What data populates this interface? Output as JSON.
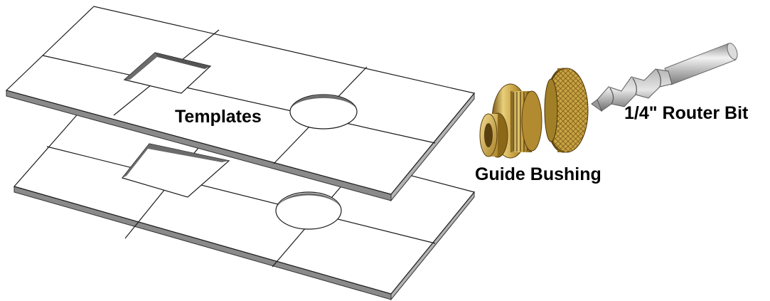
{
  "labels": {
    "templates": "Templates",
    "guide_bushing": "Guide Bushing",
    "router_bit": "1/4\" Router Bit"
  },
  "parts": [
    {
      "id": "template-top",
      "kind": "template-plate",
      "cutouts": [
        "square-hole",
        "round-hole"
      ]
    },
    {
      "id": "template-bottom",
      "kind": "template-plate",
      "cutouts": [
        "square-hole",
        "round-hole"
      ]
    },
    {
      "id": "guide-bushing",
      "kind": "threaded-bushing-with-knurled-nut"
    },
    {
      "id": "router-bit",
      "kind": "spiral-router-bit"
    }
  ],
  "colors": {
    "plate_face": "#ffffff",
    "plate_edge": "#8a8a8a",
    "plate_line": "#1a1a1a",
    "brass_light": "#e8cf7a",
    "brass_mid": "#c4a040",
    "brass_dark": "#7a5a14",
    "steel_light": "#f0f0f0",
    "steel_dark": "#8c8c8c"
  }
}
